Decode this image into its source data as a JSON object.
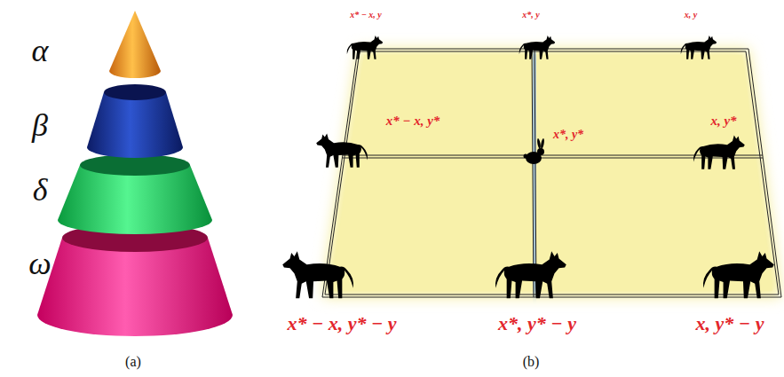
{
  "diagram": {
    "labels": [
      "α",
      "β",
      "δ",
      "ω",
      "x* − x, y",
      "x*, y",
      "x, y",
      "x* − x, y*",
      "x*, y*",
      "x, y*",
      "x* − x, y* − y",
      "x*, y* − y",
      "x, y* − y",
      "(a)",
      "(b)"
    ]
  }
}
